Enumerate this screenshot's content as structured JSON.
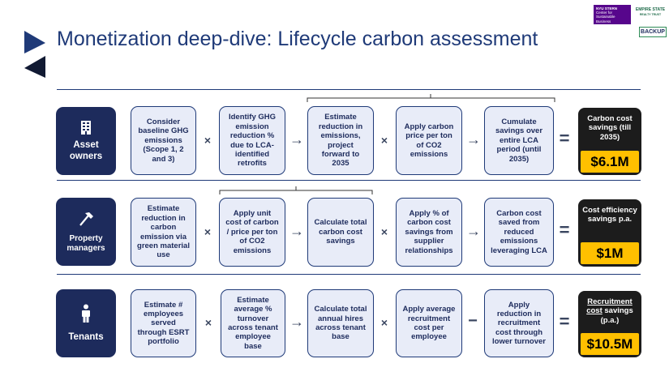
{
  "title": "Monetization deep-dive: Lifecycle carbon assessment",
  "logos": {
    "nyu_line1": "NYU STERN",
    "nyu_line2": "Center for Sustainable Business",
    "esb_line1": "EMPIRE STATE",
    "esb_line2": "REALTY TRUST"
  },
  "backup_label": "BACKUP",
  "rows": [
    {
      "label": "Asset owners",
      "icon": "building-icon",
      "steps": [
        "Consider baseline GHG emissions (Scope 1, 2 and 3)",
        "Identify GHG emission reduction % due to LCA-identified retrofits",
        "Estimate reduction in emissions, project forward to 2035",
        "Apply carbon price per ton of CO2 emissions",
        "Cumulate savings over entire LCA period (until 2035)"
      ],
      "operators": [
        "×",
        "→",
        "×",
        "→",
        "="
      ],
      "result_title": "Carbon cost savings (till 2035)",
      "result_value": "$6.1M"
    },
    {
      "label": "Property managers",
      "icon": "hammer-icon",
      "steps": [
        "Estimate reduction in carbon emission via green material use",
        "Apply unit cost of carbon / price per ton of CO2 emissions",
        "Calculate total carbon cost savings",
        "Apply % of carbon cost savings from supplier relationships",
        "Carbon cost saved from reduced emissions leveraging LCA"
      ],
      "operators": [
        "×",
        "→",
        "×",
        "→",
        "="
      ],
      "result_title": "Cost efficiency savings p.a.",
      "result_value": "$1M"
    },
    {
      "label": "Tenants",
      "icon": "person-icon",
      "steps": [
        "Estimate # employees served through ESRT portfolio",
        "Estimate average % turnover across tenant employee base",
        "Calculate total annual hires across tenant base",
        "Apply average recruitment cost per employee",
        "Apply reduction in recruitment cost through lower turnover"
      ],
      "operators": [
        "×",
        "→",
        "×",
        "−",
        "="
      ],
      "result_title_underlined": "Recruitment cost",
      "result_title_rest": " savings (p.a.)",
      "result_value": "$10.5M"
    }
  ]
}
